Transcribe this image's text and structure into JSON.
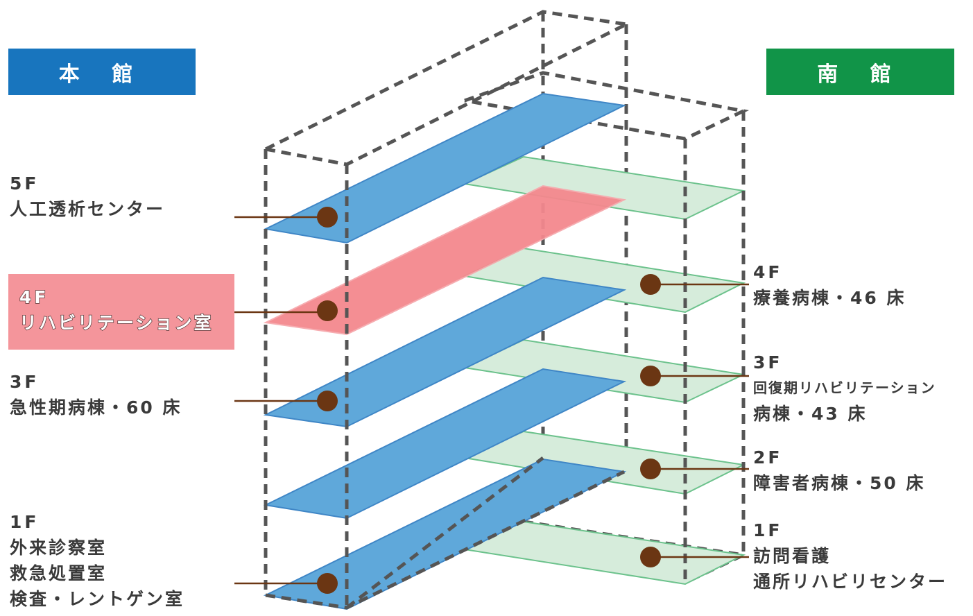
{
  "headers": {
    "main_building": "本 館",
    "south_building": "南 館"
  },
  "main_building_floors": [
    {
      "floor": "5F",
      "lines": [
        "人工透析センター"
      ]
    },
    {
      "floor": "4F",
      "lines": [
        "リハビリテーション室"
      ]
    },
    {
      "floor": "3F",
      "lines": [
        "急性期病棟・60 床"
      ]
    },
    {
      "floor": "1F",
      "lines": [
        "外来診察室",
        "救急処置室",
        "検査・レントゲン室"
      ]
    }
  ],
  "south_building_floors": [
    {
      "floor": "4F",
      "lines": [
        "療養病棟・46 床"
      ]
    },
    {
      "floor": "3F",
      "lines": [
        "回復期リハビリテーション",
        "病棟・43 床"
      ]
    },
    {
      "floor": "2F",
      "lines": [
        "障害者病棟・50 床"
      ]
    },
    {
      "floor": "1F",
      "lines": [
        "訪問看護",
        "通所リハビリセンター"
      ]
    }
  ],
  "colors": {
    "main_header": "#1875be",
    "south_header": "#119448",
    "main_floor_fill": "#5fa8da",
    "main_floor_edge": "#3f86c6",
    "rehab_floor_fill": "#f4888e",
    "south_floor_fill": "#d6ecdb",
    "south_floor_edge": "#6cc28c",
    "outline": "#555555",
    "marker": "#6b3613"
  }
}
